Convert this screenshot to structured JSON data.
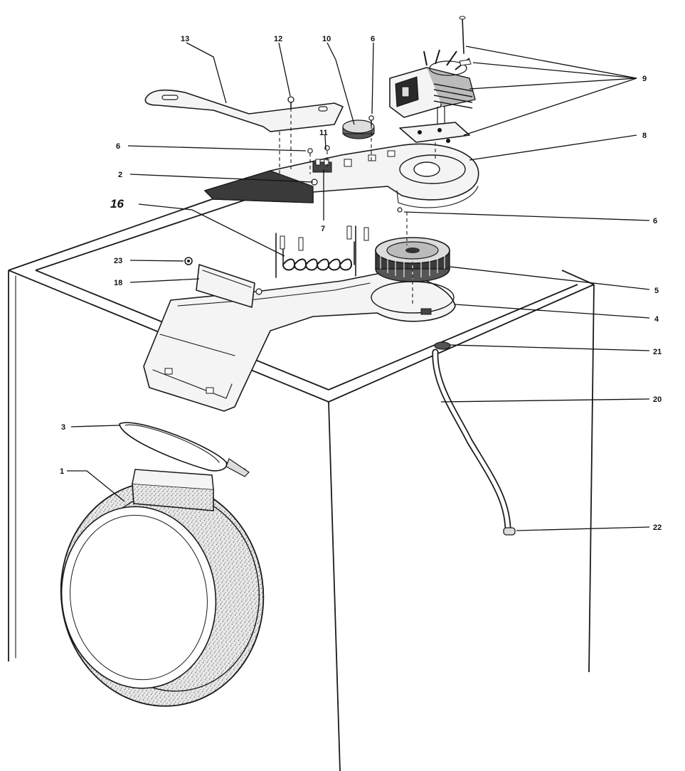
{
  "diagram": {
    "callouts": [
      {
        "id": "c13",
        "text": "13"
      },
      {
        "id": "c12",
        "text": "12"
      },
      {
        "id": "c10",
        "text": "10"
      },
      {
        "id": "c6a",
        "text": "6"
      },
      {
        "id": "c9",
        "text": "9"
      },
      {
        "id": "c8",
        "text": "8"
      },
      {
        "id": "c6b",
        "text": "6"
      },
      {
        "id": "c11",
        "text": "11"
      },
      {
        "id": "c2",
        "text": "2"
      },
      {
        "id": "c7",
        "text": "7"
      },
      {
        "id": "c16",
        "text": "16"
      },
      {
        "id": "c6c",
        "text": "6"
      },
      {
        "id": "c23",
        "text": "23"
      },
      {
        "id": "c18",
        "text": "18"
      },
      {
        "id": "c5",
        "text": "5"
      },
      {
        "id": "c4",
        "text": "4"
      },
      {
        "id": "c21",
        "text": "21"
      },
      {
        "id": "c20",
        "text": "20"
      },
      {
        "id": "c3",
        "text": "3"
      },
      {
        "id": "c1",
        "text": "1"
      },
      {
        "id": "c22",
        "text": "22"
      }
    ]
  }
}
